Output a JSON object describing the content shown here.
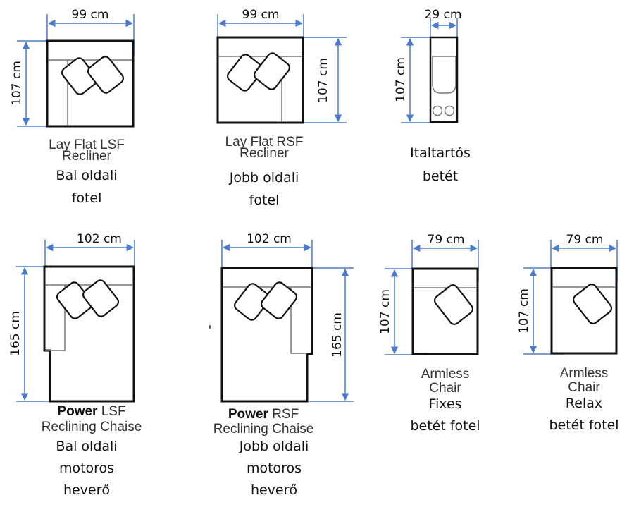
{
  "modules": [
    {
      "id": "lsf-recliner",
      "width": "99 cm",
      "depth": "107 cm",
      "en": [
        "Lay Flat LSF",
        "Recliner"
      ],
      "hu": [
        "Bal oldali",
        "fotel"
      ]
    },
    {
      "id": "rsf-recliner",
      "width": "99 cm",
      "depth": "107 cm",
      "en": [
        "Lay Flat RSF",
        "Recliner"
      ],
      "hu": [
        "Jobb oldali",
        "fotel"
      ]
    },
    {
      "id": "drink-holder",
      "width": "29 cm",
      "depth": "107 cm",
      "hu": [
        "Italtartós",
        "betét"
      ]
    },
    {
      "id": "lsf-chaise",
      "width": "102 cm",
      "depth": "165 cm",
      "en_bold": "Power",
      "en": [
        "LSF",
        "Reclining Chaise"
      ],
      "hu": [
        "Bal oldali",
        "motoros",
        "heverő"
      ]
    },
    {
      "id": "rsf-chaise",
      "width": "102 cm",
      "depth": "165 cm",
      "en_bold": "Power",
      "en": [
        "RSF",
        "Reclining Chaise"
      ],
      "hu": [
        "Jobb oldali",
        "motoros",
        "heverő"
      ]
    },
    {
      "id": "armless-fixed",
      "width": "79 cm",
      "depth": "107 cm",
      "en": [
        "Armless",
        "Chair"
      ],
      "hu": [
        "Fixes",
        "betét fotel"
      ]
    },
    {
      "id": "armless-relax",
      "width": "79 cm",
      "depth": "107 cm",
      "en": [
        "Armless",
        "Chair"
      ],
      "hu": [
        "Relax",
        "betét fotel"
      ]
    }
  ],
  "colors": {
    "dimension": "#4a7bd0",
    "outline": "#111111",
    "inner": "#777777"
  }
}
